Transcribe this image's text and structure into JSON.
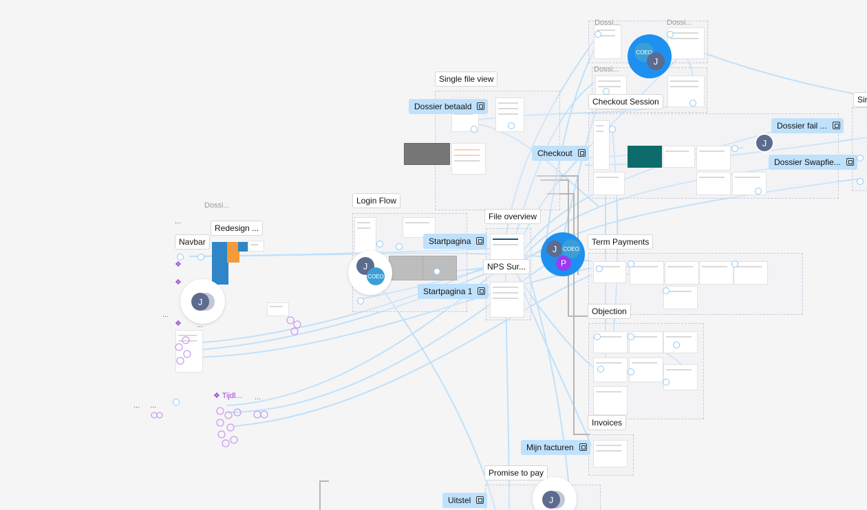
{
  "canvas": {
    "section_labels": {
      "single_file_view": "Single file view",
      "login_flow": "Login Flow",
      "file_overview": "File overview",
      "checkout_session": "Checkout Session",
      "term_payments": "Term Payments",
      "objection": "Objection",
      "invoices": "Invoices",
      "promise_to_pay": "Promise to pay",
      "navbar": "Navbar",
      "redesign": "Redesign ...",
      "nps": "NPS Sur...",
      "edge_right": "Sir"
    },
    "flow_starts": {
      "dossier_betaald": "Dossier betaald",
      "checkout": "Checkout",
      "startpagina": "Startpagina",
      "startpagina_1": "Startpagina 1",
      "dossier_fail": "Dossier fail ...",
      "dossier_swapfie": "Dossier Swapfie...",
      "mijn_facturen": "Mijn facturen",
      "uitstel": "Uitstel"
    },
    "ghost_labels": {
      "dossi_top_left": "Dossi...",
      "dossi_top_right": "Dossi...",
      "dossi_mid": "Dossi...",
      "dossi_navbar": "Dossi..."
    },
    "component_label": "Tijdl...",
    "component_dots": "...",
    "collaborators": {
      "j": "J",
      "p": "P",
      "logo": "COEO"
    },
    "colors": {
      "background": "#f5f5f5",
      "connector": "#bfe1fb",
      "flow_tag": "#bfe1fb",
      "cursor_blue": "#1e90f0",
      "avatar_j": "#5c6b8e",
      "avatar_p": "#9b3bf0",
      "component_purple": "#9b40d8"
    },
    "icons": [
      "flow-start-icon",
      "component-icon",
      "avatar"
    ]
  }
}
